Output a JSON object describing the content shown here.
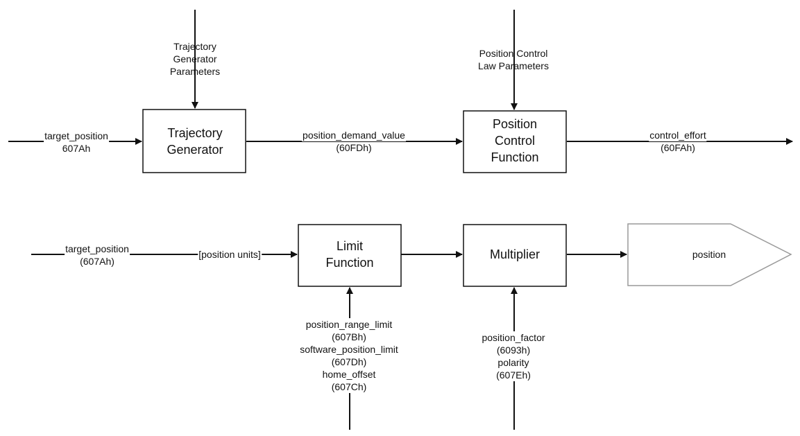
{
  "top_row": {
    "trajectory_params": [
      "Trajectory",
      "Generator",
      "Parameters"
    ],
    "position_control_params": [
      "Position Control",
      "Law Parameters"
    ],
    "input_label": [
      "target_position",
      "607Ah"
    ],
    "trajectory_generator_box": [
      "Trajectory",
      "Generator"
    ],
    "demand_label": [
      "position_demand_value",
      "(60FDh)"
    ],
    "position_control_box": [
      "Position",
      "Control",
      "Function"
    ],
    "output_label": [
      "control_effort",
      "(60FAh)"
    ]
  },
  "bottom_row": {
    "input_label": [
      "target_position",
      "(607Ah)"
    ],
    "units_label": "[position units]",
    "limit_function_box": [
      "Limit",
      "Function"
    ],
    "multiplier_box": "Multiplier",
    "output_shape": "position",
    "limit_inputs": [
      "position_range_limit",
      "(607Bh)",
      "software_position_limit",
      "(607Dh)",
      "home_offset",
      "(607Ch)"
    ],
    "multiplier_inputs": [
      "position_factor",
      "(6093h)",
      "polarity",
      "(607Eh)"
    ]
  }
}
